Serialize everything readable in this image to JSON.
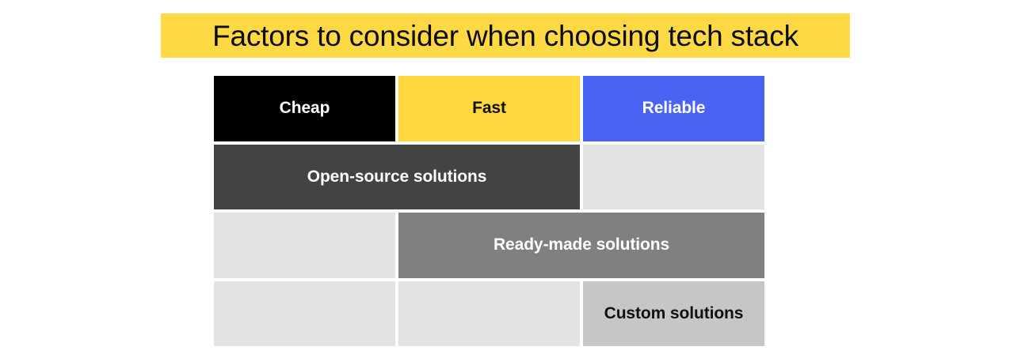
{
  "title": {
    "text": "Factors to consider when choosing tech stack",
    "background": "#ffd943",
    "color": "#0d0d0d"
  },
  "chart_data": {
    "type": "table",
    "title": "Factors to consider when choosing tech stack",
    "columns": [
      "Cheap",
      "Fast",
      "Reliable"
    ],
    "column_colors": [
      "#000000",
      "#ffd73e",
      "#4a63f5"
    ],
    "column_text_colors": [
      "#ffffff",
      "#111111",
      "#ffffff"
    ],
    "rows": [
      {
        "label": "Open-source solutions",
        "covers": [
          "Cheap",
          "Fast"
        ],
        "span_start": 1,
        "span_length": 2,
        "fill": "#434343",
        "text_color": "#ffffff"
      },
      {
        "label": "Ready-made solutions",
        "covers": [
          "Fast",
          "Reliable"
        ],
        "span_start": 2,
        "span_length": 2,
        "fill": "#808080",
        "text_color": "#ffffff"
      },
      {
        "label": "Custom solutions",
        "covers": [
          "Reliable"
        ],
        "span_start": 3,
        "span_length": 1,
        "fill": "#c6c6c6",
        "text_color": "#111111"
      }
    ],
    "empty_cell_fill": "#e3e3e3",
    "legend": [],
    "grid": false
  },
  "matrix": {
    "headers": [
      {
        "label": "Cheap"
      },
      {
        "label": "Fast"
      },
      {
        "label": "Reliable"
      }
    ],
    "row_open_source": {
      "label": "Open-source solutions"
    },
    "row_ready_made": {
      "label": "Ready-made solutions"
    },
    "row_custom": {
      "label": "Custom solutions"
    }
  }
}
